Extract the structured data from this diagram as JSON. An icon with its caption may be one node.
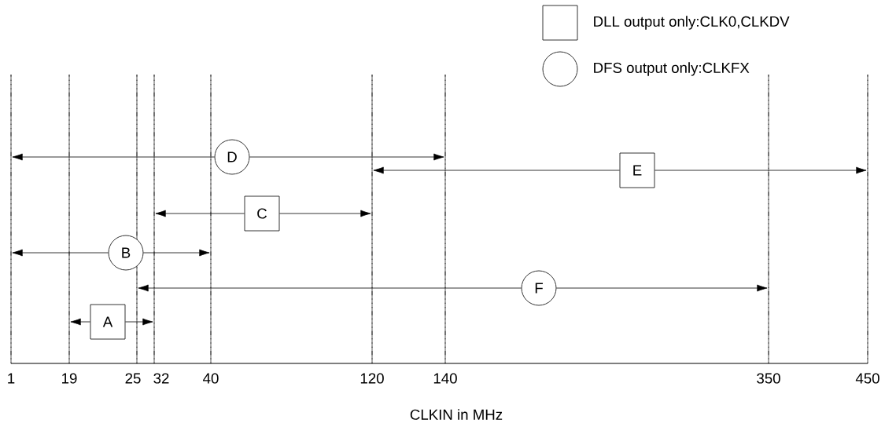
{
  "diagram": {
    "nodes": [
      {
        "text": [],
        "shape": "line",
        "beside": [
          "1"
        ]
      },
      {
        "text": [],
        "shape": "line",
        "beside": [
          "19"
        ]
      },
      {
        "text": [],
        "shape": "line",
        "beside": [
          "25"
        ]
      },
      {
        "text": [],
        "shape": "line",
        "beside": [
          "32"
        ]
      },
      {
        "text": [],
        "shape": "line",
        "beside": [
          "40"
        ]
      },
      {
        "text": [],
        "shape": "line",
        "beside": [
          "120"
        ]
      },
      {
        "text": [],
        "shape": "line",
        "beside": [
          "140"
        ]
      },
      {
        "text": [],
        "shape": "line",
        "beside": [
          "350"
        ]
      },
      {
        "text": [],
        "shape": "line",
        "beside": [
          "450"
        ]
      },
      {
        "text": [
          "D"
        ]
      },
      {
        "text": [
          "E"
        ]
      },
      {
        "text": [
          "C"
        ]
      },
      {
        "text": [
          "B"
        ]
      },
      {
        "text": [
          "F"
        ]
      },
      {
        "text": [
          "A"
        ]
      }
    ],
    "edges": [
      {
        "from": 9,
        "to": 0,
        "arrow": "to"
      },
      {
        "from": 9,
        "to": 6,
        "arrow": "to"
      },
      {
        "from": 10,
        "to": 5,
        "arrow": "to"
      },
      {
        "from": 10,
        "to": 8,
        "arrow": "to"
      },
      {
        "from": 11,
        "to": 3,
        "arrow": "to"
      },
      {
        "from": 11,
        "to": 5,
        "arrow": "to"
      },
      {
        "from": 12,
        "to": 0,
        "arrow": "to"
      },
      {
        "from": 12,
        "to": 4,
        "arrow": "to"
      },
      {
        "from": 13,
        "to": 2,
        "arrow": "to"
      },
      {
        "from": 13,
        "to": 7,
        "arrow": "to"
      },
      {
        "from": 14,
        "to": 1,
        "arrow": "to"
      },
      {
        "from": 14,
        "to": 3,
        "arrow": "to"
      }
    ],
    "labels": [
      "CLKIN in MHz"
    ],
    "legend": [
      {
        "text": "DLL output only:CLK0,CLKDV"
      },
      {
        "text": "DFS output only:CLKFX"
      }
    ]
  }
}
